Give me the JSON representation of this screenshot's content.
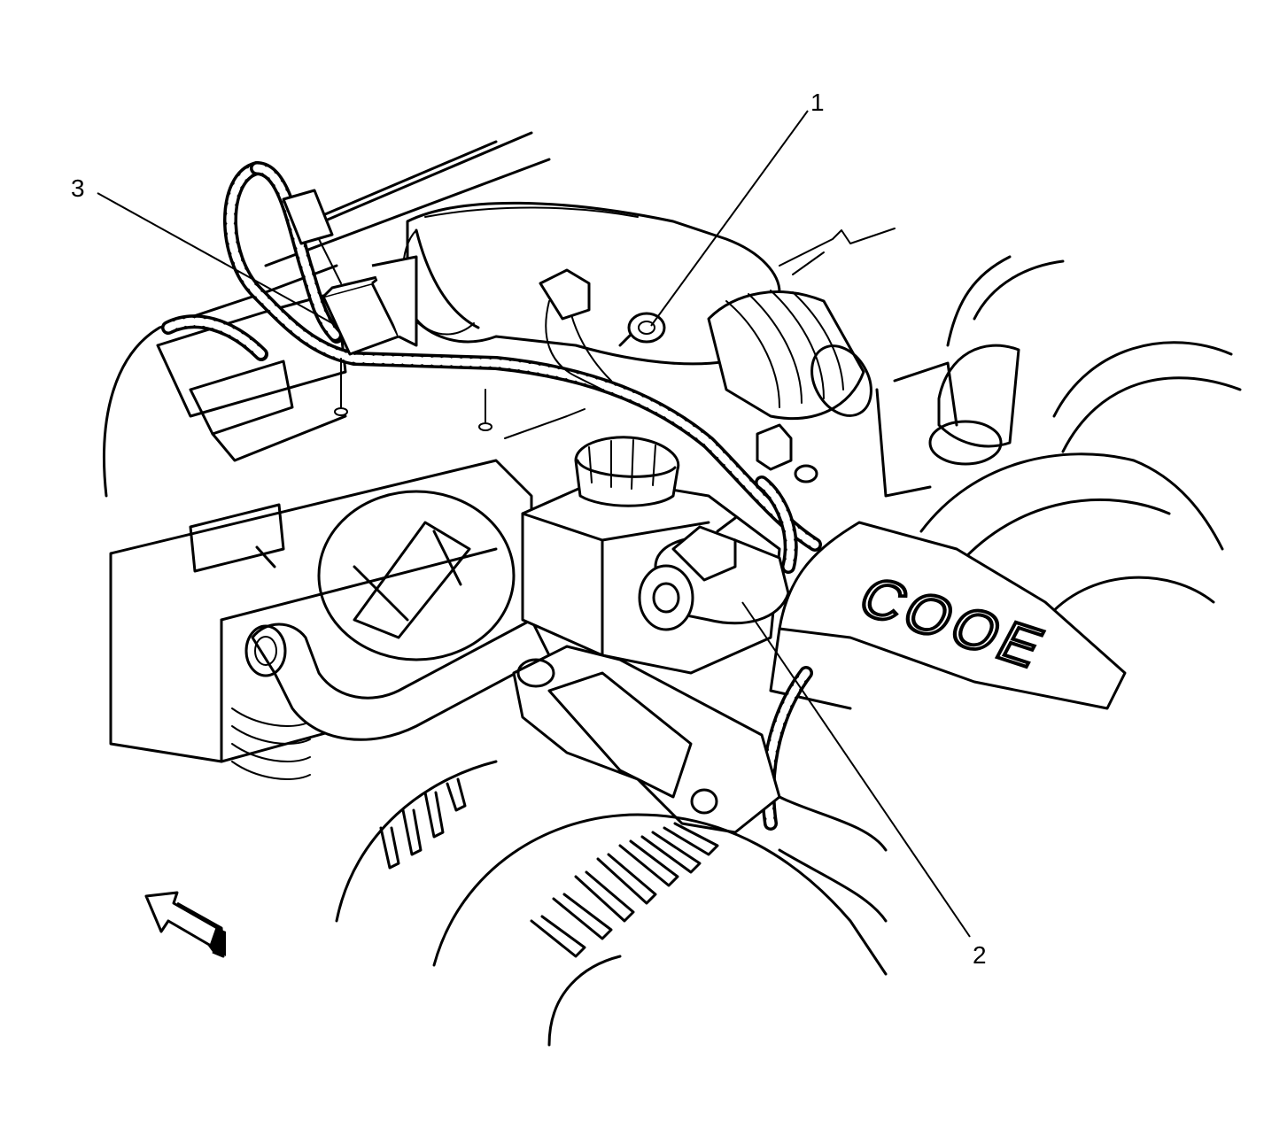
{
  "callouts": {
    "label_1": "1",
    "label_2": "2",
    "label_3": "3"
  },
  "engine_cover": {
    "visible_text": "COOE"
  },
  "icons": {
    "direction_arrow": "forward-direction-arrow-icon"
  },
  "colors": {
    "line": "#000000",
    "background": "#ffffff"
  }
}
